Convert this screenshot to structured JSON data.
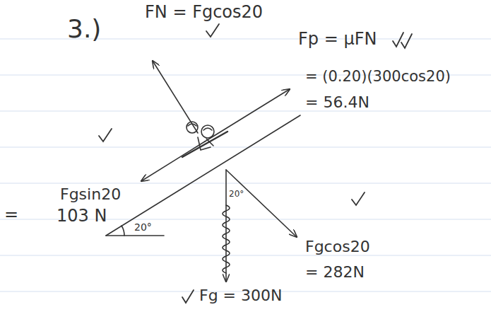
{
  "diagram": {
    "labels": [
      "3.)",
      "FN = Fgcos20",
      "Fp = μFN",
      "= (0.20)(300cos20)",
      "= 56.4N",
      "Fgsin20",
      "=",
      "103 N",
      "20°",
      "20°",
      "Fgcos20",
      "= 282N",
      "Fg = 300N"
    ]
  }
}
